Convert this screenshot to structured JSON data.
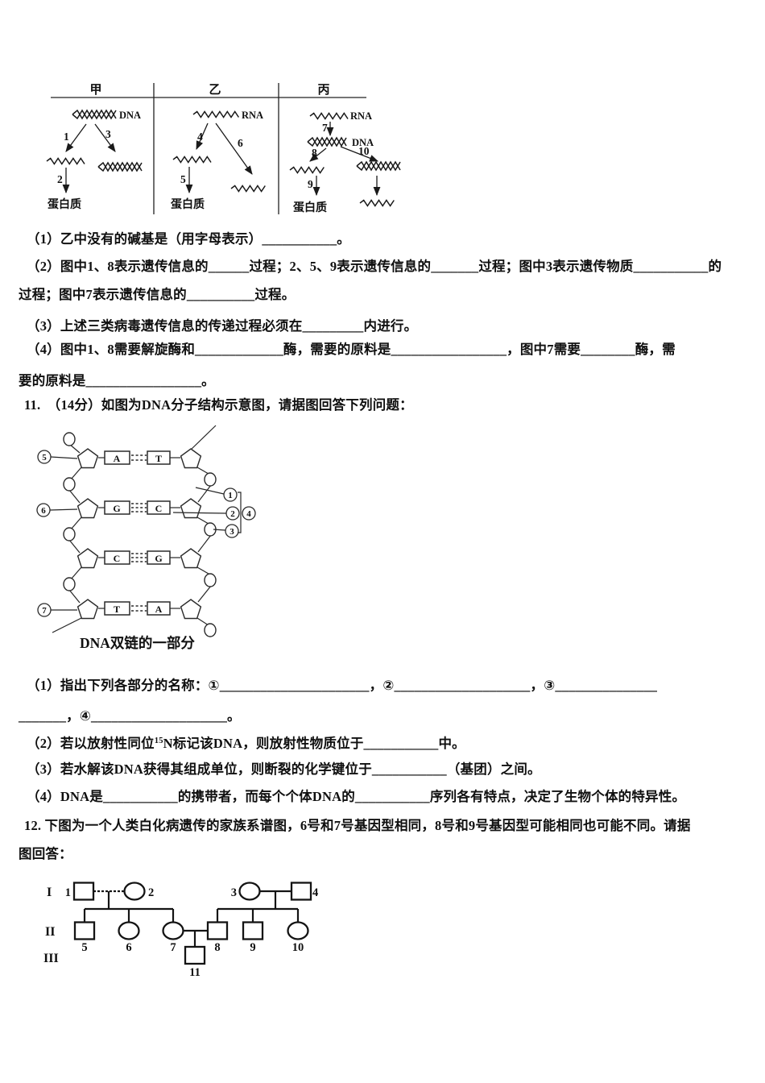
{
  "diagram1": {
    "col_headers": [
      "甲",
      "乙",
      "丙"
    ],
    "strand_labels": {
      "jia": "DNA",
      "yi": "RNA",
      "bing_top": "RNA",
      "bing_mid": "DNA"
    },
    "protein": "蛋白质",
    "arrow_numbers": [
      "1",
      "2",
      "3",
      "4",
      "5",
      "6",
      "7",
      "8",
      "9",
      "10"
    ]
  },
  "text": {
    "q10_1": "（1）乙中没有的碱基是（用字母表示）___________。",
    "q10_2a": "（2）图中1、8表示遗传信息的______过程；2、5、9表示遗传信息的_______过程；图中3表示遗传物质___________的",
    "q10_2b": "过程；图中7表示遗传信息的__________过程。",
    "q10_3": "（3）上述三类病毒遗传信息的传递过程必须在_________内进行。",
    "q10_4a": "（4）图中1、8需要解旋酶和_____________酶，需要的原料是_________________，图中7需要________酶，需",
    "q10_4b": "要的原料是_________________。",
    "q11_head": "11.　（14分）如图为DNA分子结构示意图，请据图回答下列问题：",
    "q11_1a": "（1）指出下列各部分的名称：①______________________，②____________________，③_______________",
    "q11_1b": "_______，④____________________。",
    "q11_2_pre": "（2）若以放射性同位",
    "q11_2_sup": "15",
    "q11_2_post": "N标记该DNA，则放射性物质位于___________中。",
    "q11_3": "（3）若水解该DNA获得其组成单位，则断裂的化学键位于___________（基团）之间。",
    "q11_4": "（4）DNA是___________的携带者，而每个个体DNA的___________序列各有特点，决定了生物个体的特异性。",
    "q12_a": "12. 下图为一个人类白化病遗传的家族系谱图，6号和7号基因型相同，8号和9号基因型可能相同也可能不同。请据",
    "q12_b": "图回答："
  },
  "dna_diagram": {
    "rows": [
      {
        "left": "A",
        "right": "T"
      },
      {
        "left": "G",
        "right": "C"
      },
      {
        "left": "C",
        "right": "G"
      },
      {
        "left": "T",
        "right": "A"
      }
    ],
    "unit_labels": [
      "1",
      "2",
      "3",
      "4",
      "5",
      "6",
      "7"
    ],
    "caption": "DNA双链的一部分"
  },
  "pedigree": {
    "generation_labels": [
      "I",
      "II",
      "III"
    ],
    "numbers": [
      "1",
      "2",
      "3",
      "4",
      "5",
      "6",
      "7",
      "8",
      "9",
      "10",
      "11"
    ]
  }
}
